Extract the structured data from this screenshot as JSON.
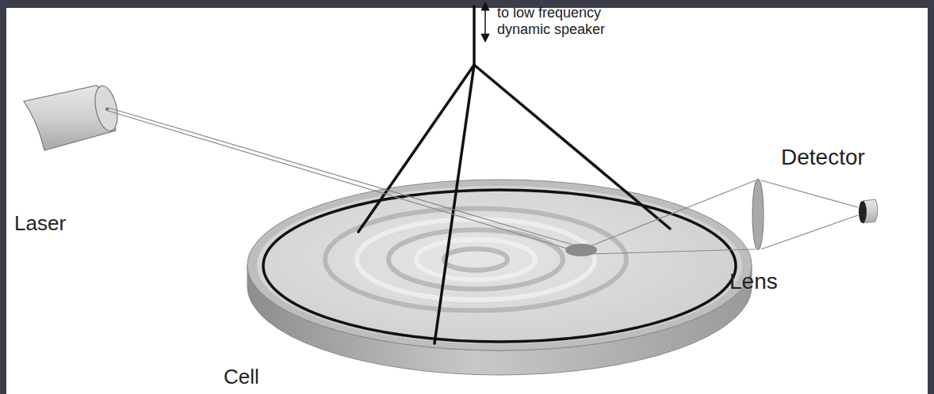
{
  "diagram": {
    "labels": [
      "to low frequency dynamic speaker",
      "Laser",
      "Detector",
      "Lens",
      "Cell"
    ]
  }
}
